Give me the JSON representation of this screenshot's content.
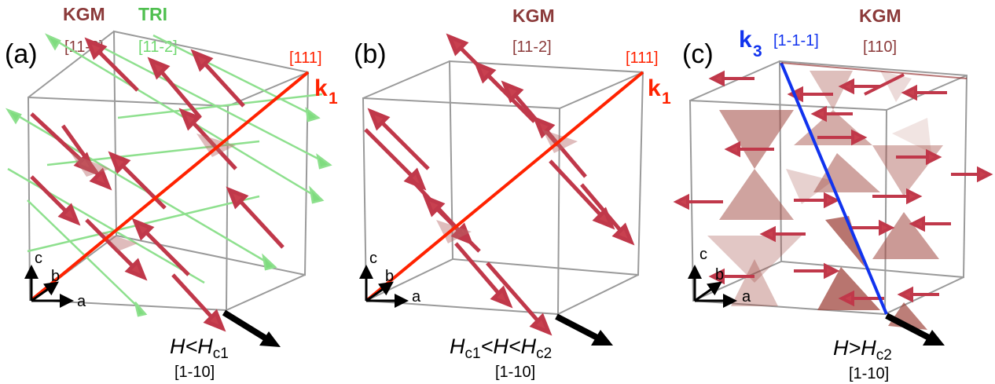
{
  "colors": {
    "kgm": "#8b3a3a",
    "tri": "#4fbf4f",
    "tri_spin": "#8ee08e",
    "spin": "#c0384a",
    "k1": "#ff2200",
    "k3": "#1133ee",
    "cube": "#9a9a9a",
    "tetra": "#a0473f"
  },
  "panels": [
    {
      "label": "(a)",
      "headers": [
        {
          "name": "KGM",
          "dir": "[11-2]",
          "color": "kgm"
        },
        {
          "name": "TRI",
          "dir": "[11-2]",
          "color": "tri"
        }
      ],
      "k_dir": "[111]",
      "k_label": "k",
      "k_sub": "1",
      "condition": {
        "main": "H<H",
        "sub": "c1"
      },
      "field_dir": "[1-10]",
      "axes": {
        "c": "c",
        "b": "b",
        "a": "a"
      }
    },
    {
      "label": "(b)",
      "headers": [
        {
          "name": "KGM",
          "dir": "[11-2]",
          "color": "kgm"
        }
      ],
      "k_dir": "[111]",
      "k_label": "k",
      "k_sub": "1",
      "condition": {
        "pre": "H",
        "pre_sub": "c1",
        "main": "<H<H",
        "sub": "c2"
      },
      "field_dir": "[1-10]",
      "axes": {
        "c": "c",
        "b": "b",
        "a": "a"
      }
    },
    {
      "label": "(c)",
      "headers": [
        {
          "name": "KGM",
          "dir": "[110]",
          "color": "kgm"
        }
      ],
      "k_dir": "[1-1-1]",
      "k_label": "k",
      "k_sub": "3",
      "condition": {
        "main": "H>H",
        "sub": "c2"
      },
      "field_dir": "[1-10]",
      "axes": {
        "c": "c",
        "b": "b",
        "a": "a"
      }
    }
  ]
}
